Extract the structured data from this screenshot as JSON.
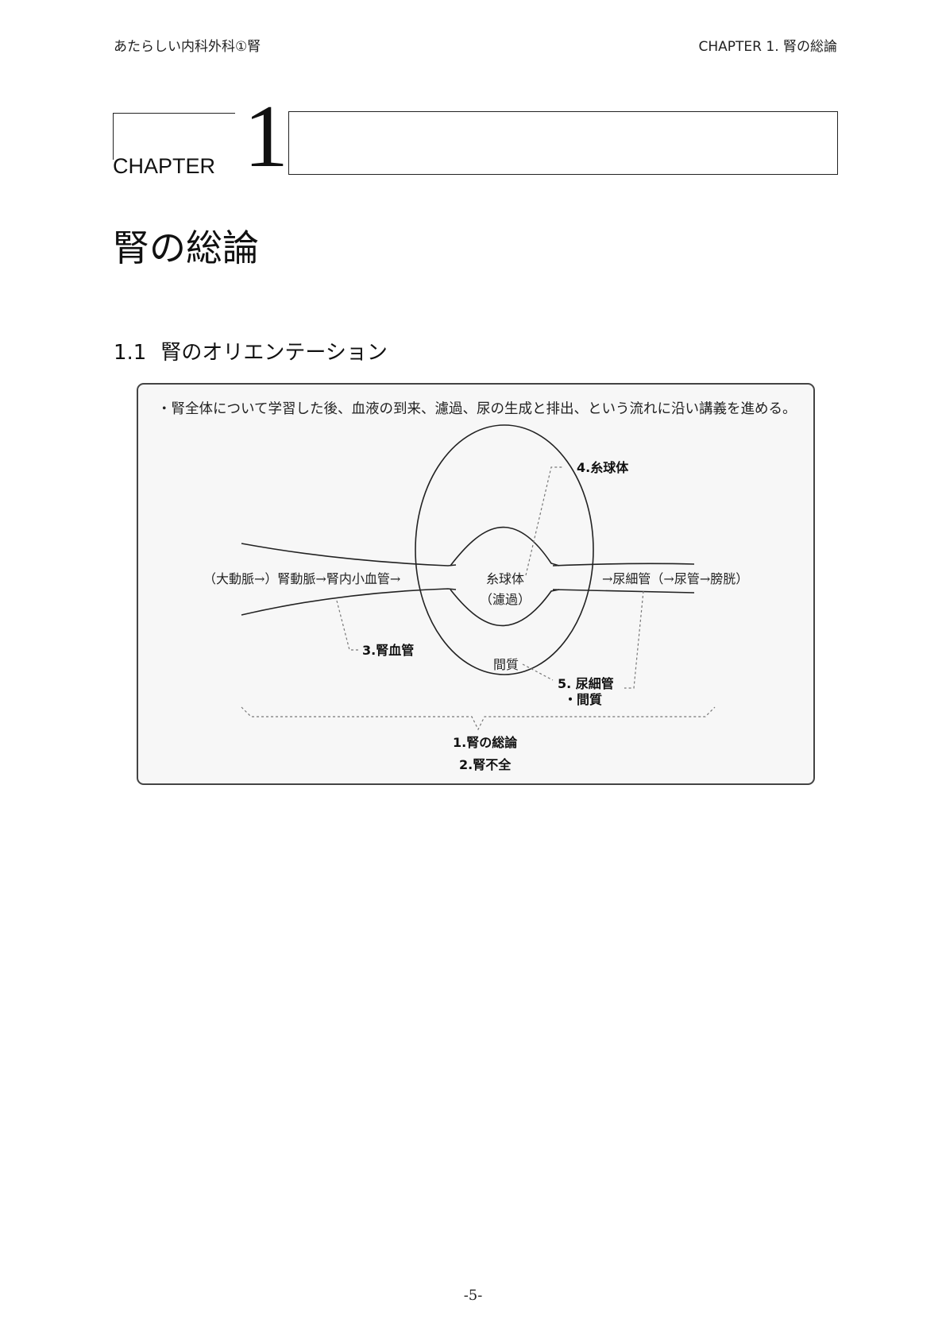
{
  "header": {
    "left": "あたらしい内科外科①腎",
    "right": "CHAPTER 1. 腎の総論"
  },
  "chapter": {
    "label": "CHAPTER",
    "number": "1",
    "title": "腎の総論"
  },
  "section": {
    "number": "1.1",
    "title": "腎のオリエンテーション"
  },
  "figure": {
    "lead_text": "・腎全体について学習した後、血液の到来、濾過、尿の生成と排出、という流れに沿い講義を進める。",
    "labels": {
      "inflow": "（大動脈→）腎動脈→腎内小血管→",
      "glomerulus": "糸球体",
      "filtration": "（濾過）",
      "outflow": "→尿細管（→尿管→膀胱）",
      "interstitium": "間質"
    },
    "callouts": {
      "c3": "3.腎血管",
      "c4": "4.糸球体",
      "c5_line1": "5. 尿細管",
      "c5_line2": "・間質",
      "c1": "1.腎の総論",
      "c2": "2.腎不全"
    }
  },
  "footer": {
    "page_number": "-5-"
  }
}
